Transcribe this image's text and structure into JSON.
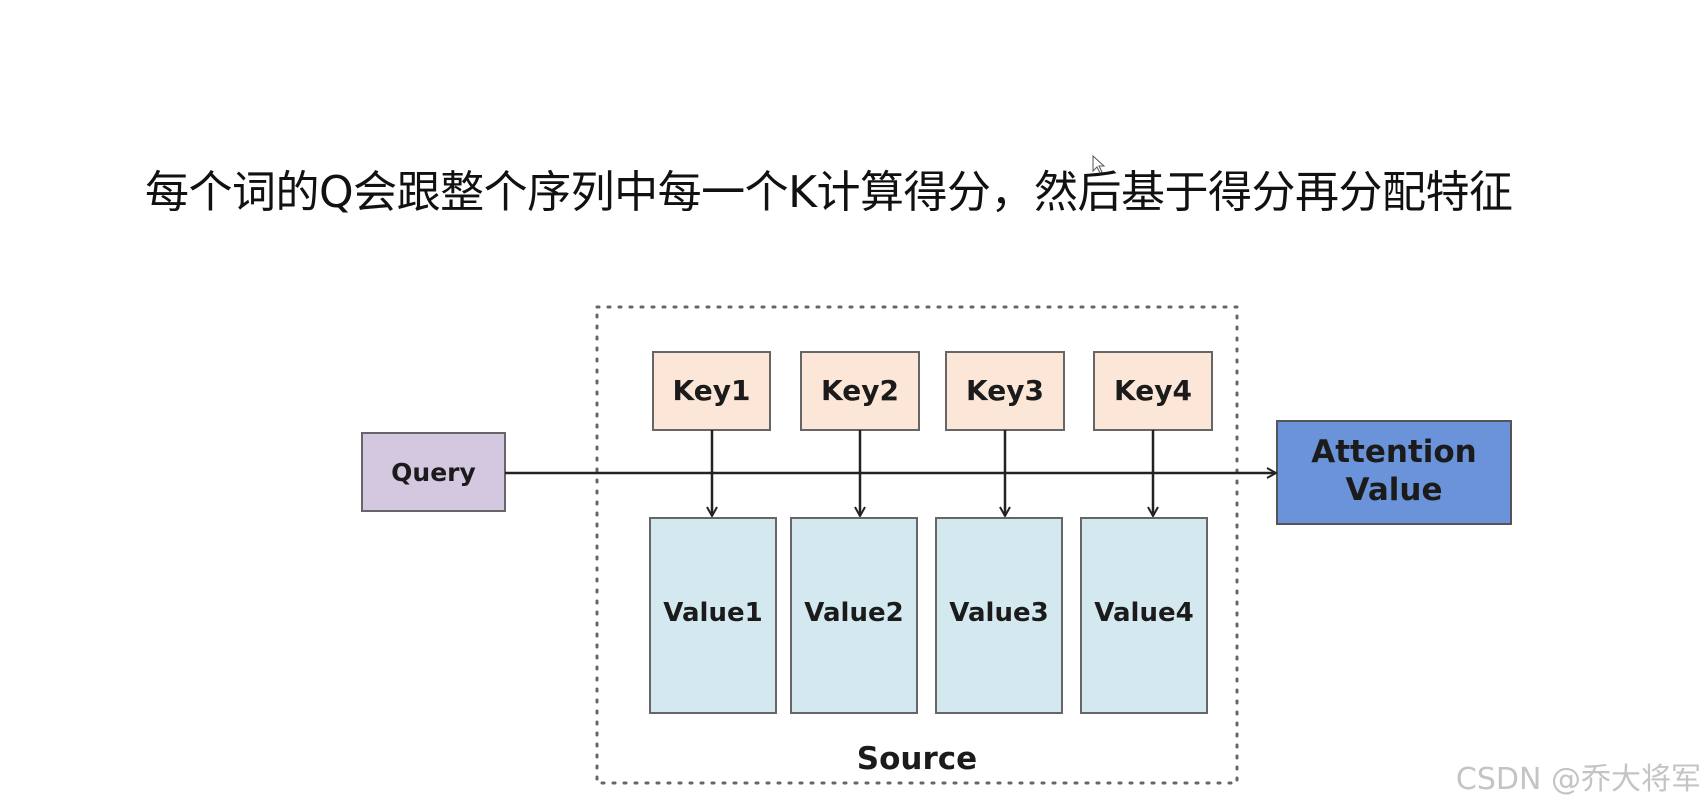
{
  "headline": "每个词的Q会跟整个序列中每一个K计算得分，然后基于得分再分配特征",
  "query": {
    "label": "Query"
  },
  "keys": [
    "Key1",
    "Key2",
    "Key3",
    "Key4"
  ],
  "values": [
    "Value1",
    "Value2",
    "Value3",
    "Value4"
  ],
  "output": {
    "line1": "Attention",
    "line2": "Value"
  },
  "source": {
    "label": "Source"
  },
  "watermark": "CSDN @乔大将军",
  "colors": {
    "query_fill": "#d4c8e0",
    "key_fill": "#fbe6d8",
    "value_fill": "#d3e8ef",
    "output_fill": "#6a93d9",
    "box_stroke": "#666666"
  }
}
